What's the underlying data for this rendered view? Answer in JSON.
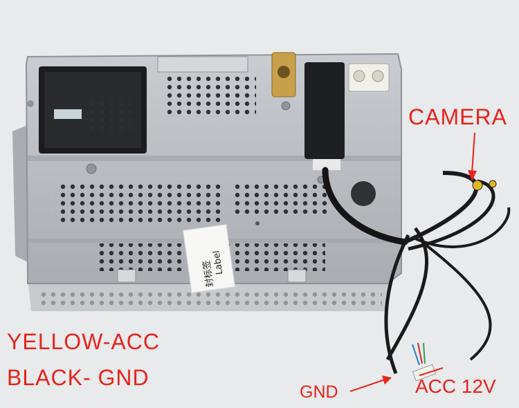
{
  "labels": {
    "camera": "CAMERA",
    "yellow_acc": "YELLOW-ACC",
    "black_gnd": "BLACK- GND",
    "gnd": "GND",
    "acc_12v": "ACC 12V"
  },
  "sticker": {
    "line1": "封标签",
    "line2": "Label"
  },
  "colors": {
    "annotation": "#e8231c",
    "background": "#e9eaec",
    "metal": "#b9bdc2",
    "connector": "#1c1c1e",
    "fakra": "#c8a04a"
  }
}
